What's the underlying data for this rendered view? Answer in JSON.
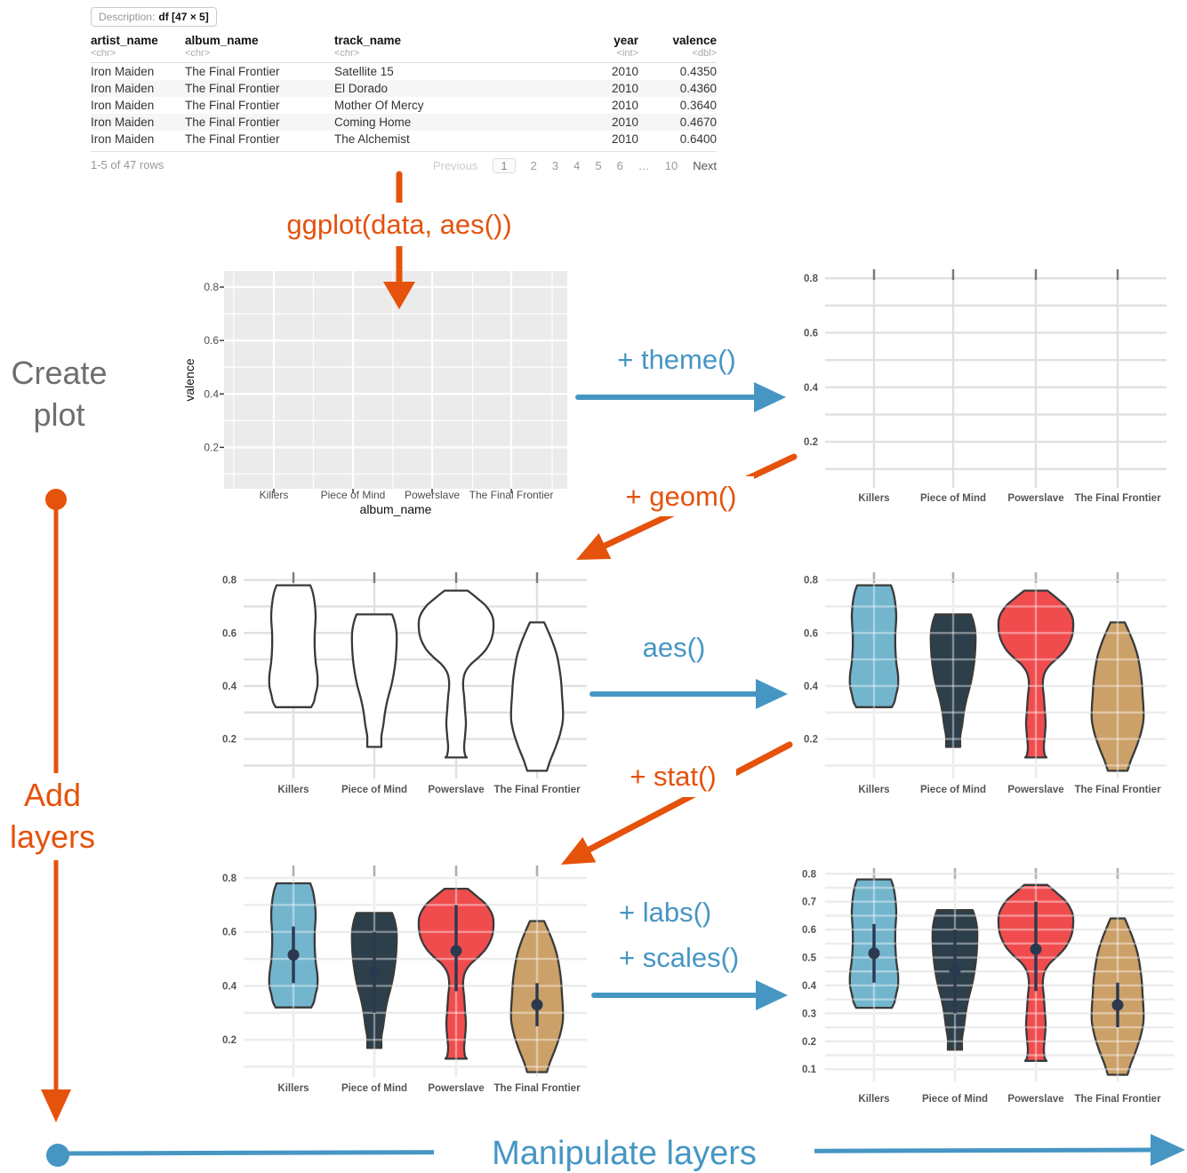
{
  "palette": {
    "orange": "#e5520c",
    "blue": "#4696c4",
    "grid_line": "#e0e0e0",
    "panel_gray": "#ebebeb",
    "pointrange": "#2b3950",
    "violin_outline": "#3a3a3a"
  },
  "table": {
    "description_label": "Description:",
    "description_value": "df [47 × 5]",
    "columns": [
      {
        "name": "artist_name",
        "type": "<chr>"
      },
      {
        "name": "album_name",
        "type": "<chr>"
      },
      {
        "name": "track_name",
        "type": "<chr>"
      },
      {
        "name": "year",
        "type": "<int>"
      },
      {
        "name": "valence",
        "type": "<dbl>"
      }
    ],
    "rows": [
      [
        "Iron Maiden",
        "The Final Frontier",
        "Satellite 15",
        "2010",
        "0.4350"
      ],
      [
        "Iron Maiden",
        "The Final Frontier",
        "El Dorado",
        "2010",
        "0.4360"
      ],
      [
        "Iron Maiden",
        "The Final Frontier",
        "Mother Of Mercy",
        "2010",
        "0.3640"
      ],
      [
        "Iron Maiden",
        "The Final Frontier",
        "Coming Home",
        "2010",
        "0.4670"
      ],
      [
        "Iron Maiden",
        "The Final Frontier",
        "The Alchemist",
        "2010",
        "0.6400"
      ]
    ],
    "footer": {
      "range_text": "1-5 of 47 rows",
      "pagination": [
        "Previous",
        "1",
        "2",
        "3",
        "4",
        "5",
        "6",
        "…",
        "10",
        "Next"
      ],
      "current_page": "1"
    }
  },
  "flow": {
    "ggplot": "ggplot(data, aes())",
    "theme": "+ theme()",
    "geom": "+ geom()",
    "aes": "aes()",
    "stat": "+ stat()",
    "labs": "+ labs()",
    "scales": "+ scales()",
    "create_line1": "Create",
    "create_line2": "plot",
    "add_line1": "Add",
    "add_line2": "layers",
    "manipulate": "Manipulate layers"
  },
  "violin_density_profiles": {
    "Killers": [
      [
        0.78,
        19
      ],
      [
        0.75,
        22
      ],
      [
        0.71,
        24
      ],
      [
        0.66,
        25
      ],
      [
        0.6,
        24
      ],
      [
        0.54,
        24
      ],
      [
        0.49,
        25
      ],
      [
        0.44,
        27
      ],
      [
        0.4,
        27
      ],
      [
        0.37,
        25
      ],
      [
        0.34,
        23
      ],
      [
        0.32,
        20
      ]
    ],
    "Piece of Mind": [
      [
        0.67,
        20
      ],
      [
        0.64,
        23
      ],
      [
        0.6,
        25
      ],
      [
        0.55,
        25
      ],
      [
        0.5,
        24
      ],
      [
        0.45,
        22
      ],
      [
        0.4,
        19
      ],
      [
        0.35,
        15
      ],
      [
        0.3,
        12
      ],
      [
        0.25,
        10
      ],
      [
        0.21,
        8
      ],
      [
        0.17,
        8
      ]
    ],
    "Powerslave": [
      [
        0.76,
        13
      ],
      [
        0.73,
        24
      ],
      [
        0.7,
        34
      ],
      [
        0.66,
        41
      ],
      [
        0.62,
        42
      ],
      [
        0.58,
        40
      ],
      [
        0.54,
        34
      ],
      [
        0.51,
        26
      ],
      [
        0.48,
        16
      ],
      [
        0.45,
        10
      ],
      [
        0.42,
        8
      ],
      [
        0.39,
        8
      ],
      [
        0.36,
        9
      ],
      [
        0.31,
        10
      ],
      [
        0.26,
        11
      ],
      [
        0.21,
        10
      ],
      [
        0.17,
        9
      ],
      [
        0.14,
        10
      ],
      [
        0.13,
        12
      ]
    ],
    "The Final Frontier": [
      [
        0.64,
        8
      ],
      [
        0.61,
        12
      ],
      [
        0.57,
        17
      ],
      [
        0.52,
        22
      ],
      [
        0.47,
        25
      ],
      [
        0.42,
        27
      ],
      [
        0.37,
        28
      ],
      [
        0.32,
        29
      ],
      [
        0.27,
        29
      ],
      [
        0.22,
        26
      ],
      [
        0.17,
        21
      ],
      [
        0.12,
        15
      ],
      [
        0.08,
        11
      ]
    ]
  },
  "chart_data": [
    {
      "id": "base-plot",
      "type": "blank",
      "xlabel": "album_name",
      "ylabel": "valence",
      "categories": [
        "Killers",
        "Piece of Mind",
        "Powerslave",
        "The Final Frontier"
      ],
      "yticks": [
        {
          "v": 0.2,
          "label": "0.2"
        },
        {
          "v": 0.4,
          "label": "0.4"
        },
        {
          "v": 0.6,
          "label": "0.6"
        },
        {
          "v": 0.8,
          "label": "0.8"
        }
      ],
      "ylim": [
        0.05,
        0.86
      ],
      "panel_bg": "#ebebeb",
      "grid_color": "#ffffff"
    },
    {
      "id": "themed-plot",
      "type": "blank",
      "categories": [
        "Killers",
        "Piece of Mind",
        "Powerslave",
        "The Final Frontier"
      ],
      "yticks": [
        {
          "v": 0.2,
          "label": "0.2"
        },
        {
          "v": 0.4,
          "label": "0.4"
        },
        {
          "v": 0.6,
          "label": "0.6"
        },
        {
          "v": 0.8,
          "label": "0.8"
        }
      ],
      "grid": {
        "min": 0.1,
        "max": 0.8,
        "step": 0.1
      },
      "ylim": [
        0.03,
        0.83
      ]
    },
    {
      "id": "geom-violin-plot",
      "type": "violin",
      "categories": [
        "Killers",
        "Piece of Mind",
        "Powerslave",
        "The Final Frontier"
      ],
      "yticks": [
        {
          "v": 0.2,
          "label": "0.2"
        },
        {
          "v": 0.4,
          "label": "0.4"
        },
        {
          "v": 0.6,
          "label": "0.6"
        },
        {
          "v": 0.8,
          "label": "0.8"
        }
      ],
      "grid": {
        "min": 0.1,
        "max": 0.8,
        "step": 0.1
      },
      "ylim": [
        0.05,
        0.83
      ],
      "violins": [
        {
          "category": "Killers",
          "fill": "#ffffff",
          "value_min": 0.32,
          "value_max": 0.78
        },
        {
          "category": "Piece of Mind",
          "fill": "#ffffff",
          "value_min": 0.17,
          "value_max": 0.67
        },
        {
          "category": "Powerslave",
          "fill": "#ffffff",
          "value_min": 0.13,
          "value_max": 0.76
        },
        {
          "category": "The Final Frontier",
          "fill": "#ffffff",
          "value_min": 0.07,
          "value_max": 0.64
        }
      ]
    },
    {
      "id": "aes-violin-plot",
      "type": "violin",
      "categories": [
        "Killers",
        "Piece of Mind",
        "Powerslave",
        "The Final Frontier"
      ],
      "yticks": [
        {
          "v": 0.2,
          "label": "0.2"
        },
        {
          "v": 0.4,
          "label": "0.4"
        },
        {
          "v": 0.6,
          "label": "0.6"
        },
        {
          "v": 0.8,
          "label": "0.8"
        }
      ],
      "grid": {
        "min": 0.1,
        "max": 0.8,
        "step": 0.1
      },
      "ylim": [
        0.05,
        0.83
      ],
      "violins": [
        {
          "category": "Killers",
          "fill": "#73b5cd",
          "value_min": 0.32,
          "value_max": 0.78
        },
        {
          "category": "Piece of Mind",
          "fill": "#2d3f4a",
          "value_min": 0.17,
          "value_max": 0.67
        },
        {
          "category": "Powerslave",
          "fill": "#f04c4e",
          "value_min": 0.13,
          "value_max": 0.76
        },
        {
          "category": "The Final Frontier",
          "fill": "#cba169",
          "value_min": 0.07,
          "value_max": 0.64
        }
      ]
    },
    {
      "id": "stat-violin-plot",
      "type": "violin-pointrange",
      "categories": [
        "Killers",
        "Piece of Mind",
        "Powerslave",
        "The Final Frontier"
      ],
      "yticks": [
        {
          "v": 0.2,
          "label": "0.2"
        },
        {
          "v": 0.4,
          "label": "0.4"
        },
        {
          "v": 0.6,
          "label": "0.6"
        },
        {
          "v": 0.8,
          "label": "0.8"
        }
      ],
      "grid": {
        "min": 0.1,
        "max": 0.8,
        "step": 0.1
      },
      "ylim": [
        0.06,
        0.85
      ],
      "violins": [
        {
          "category": "Killers",
          "fill": "#73b5cd",
          "value_min": 0.32,
          "value_max": 0.78,
          "point": 0.515,
          "range": [
            0.41,
            0.62
          ]
        },
        {
          "category": "Piece of Mind",
          "fill": "#2d3f4a",
          "value_min": 0.17,
          "value_max": 0.67,
          "point": 0.455,
          "range": [
            0.3,
            0.6
          ]
        },
        {
          "category": "Powerslave",
          "fill": "#f04c4e",
          "value_min": 0.13,
          "value_max": 0.76,
          "point": 0.53,
          "range": [
            0.38,
            0.7
          ]
        },
        {
          "category": "The Final Frontier",
          "fill": "#cba169",
          "value_min": 0.07,
          "value_max": 0.64,
          "point": 0.33,
          "range": [
            0.25,
            0.41
          ]
        }
      ]
    },
    {
      "id": "labs-scales-violin-plot",
      "type": "violin-pointrange",
      "categories": [
        "Killers",
        "Piece of Mind",
        "Powerslave",
        "The Final Frontier"
      ],
      "yticks": [
        {
          "v": 0.1,
          "label": "0.1"
        },
        {
          "v": 0.2,
          "label": "0.2"
        },
        {
          "v": 0.3,
          "label": "0.3"
        },
        {
          "v": 0.4,
          "label": "0.4"
        },
        {
          "v": 0.5,
          "label": "0.5"
        },
        {
          "v": 0.6,
          "label": "0.6"
        },
        {
          "v": 0.7,
          "label": "0.7"
        },
        {
          "v": 0.8,
          "label": "0.8"
        }
      ],
      "grid": {
        "min": 0.1,
        "max": 0.8,
        "step": 0.05
      },
      "ylim": [
        0.06,
        0.82
      ],
      "violins": [
        {
          "category": "Killers",
          "fill": "#73b5cd",
          "value_min": 0.32,
          "value_max": 0.78,
          "point": 0.515,
          "range": [
            0.41,
            0.62
          ]
        },
        {
          "category": "Piece of Mind",
          "fill": "#2d3f4a",
          "value_min": 0.17,
          "value_max": 0.67,
          "point": 0.455,
          "range": [
            0.3,
            0.6
          ]
        },
        {
          "category": "Powerslave",
          "fill": "#f04c4e",
          "value_min": 0.13,
          "value_max": 0.76,
          "point": 0.53,
          "range": [
            0.38,
            0.7
          ]
        },
        {
          "category": "The Final Frontier",
          "fill": "#cba169",
          "value_min": 0.07,
          "value_max": 0.64,
          "point": 0.33,
          "range": [
            0.25,
            0.41
          ]
        }
      ]
    }
  ]
}
